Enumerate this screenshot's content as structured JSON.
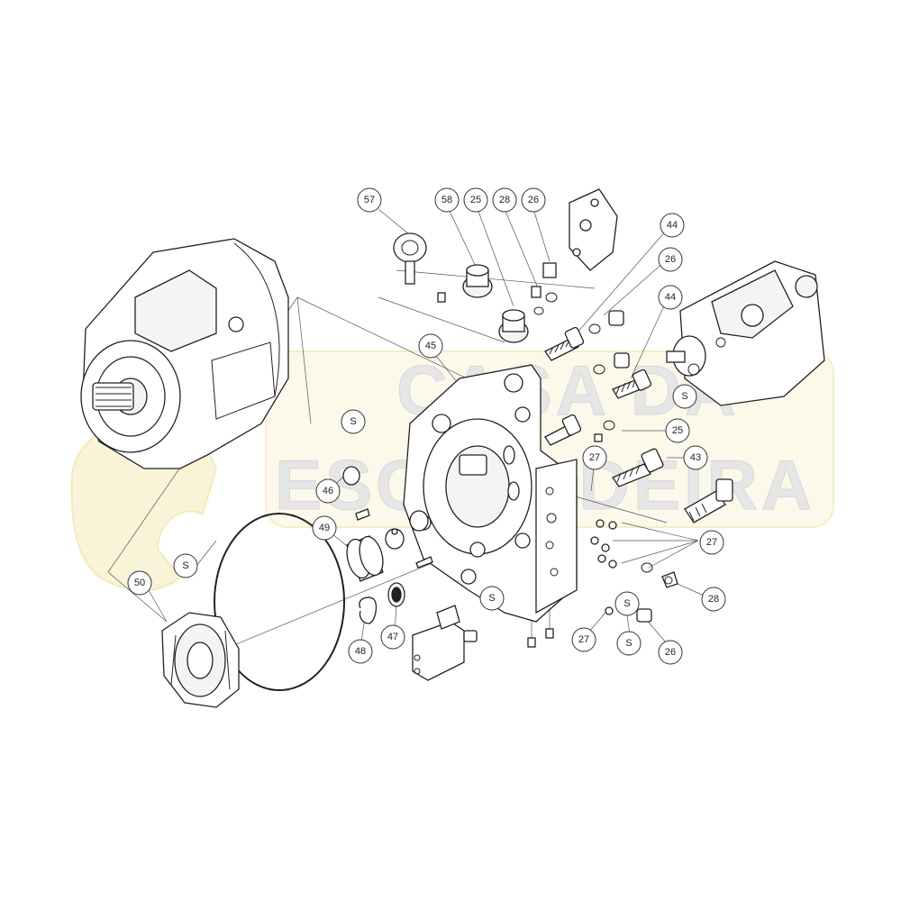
{
  "watermark": {
    "line1": "CASA DA",
    "line2": "ESCAVADEIRA"
  },
  "callouts": {
    "c57": "57",
    "c58": "58",
    "c25_top": "25",
    "c28_top": "28",
    "c26_top": "26",
    "c44_a": "44",
    "c26_right": "26",
    "c44_b": "44",
    "c45": "45",
    "cS_right": "S",
    "c25_right": "25",
    "c27_mid": "27",
    "c43": "43",
    "c27_right": "27",
    "c28_right": "28",
    "cS_mid": "S",
    "cS_bottom": "S",
    "c27_bottom": "27",
    "c26_bottom": "26",
    "cS_left": "S",
    "c46": "46",
    "c49": "49",
    "cS_far_left": "S",
    "c50": "50",
    "c47": "47",
    "c48": "48"
  },
  "colors": {
    "watermark_fill": "#f8f0cc",
    "line": "#222222"
  }
}
